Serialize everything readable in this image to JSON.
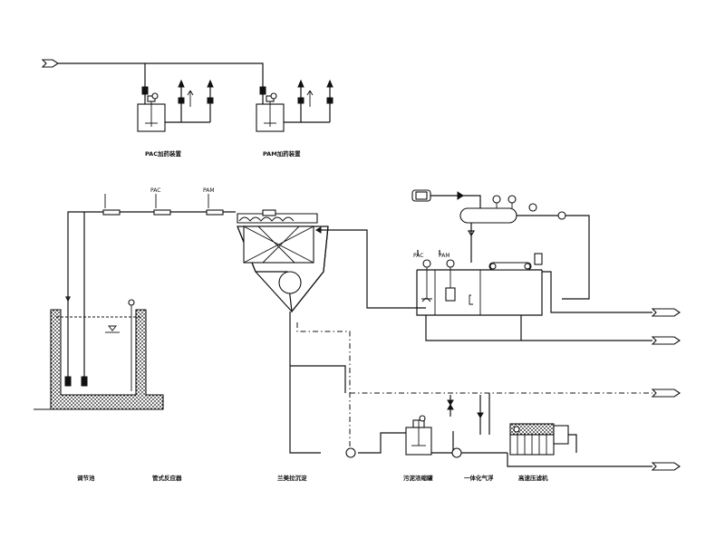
{
  "diagram": {
    "dosing_units": [
      {
        "name": "PAC加药装置"
      },
      {
        "name": "PAM加药装置"
      }
    ],
    "dosing_inlet_label": "",
    "reactor_feed_labels": [
      "",
      "PAC",
      "PAM"
    ],
    "flotation_labels": [
      "PAC",
      "PAM"
    ],
    "bottom_labels": [
      "调节池",
      "管式反应器",
      "兰美拉沉淀",
      "污泥浓缩罐",
      "一体化气浮",
      "高速压滤机"
    ],
    "outlet_labels": [
      "",
      "",
      "",
      ""
    ]
  }
}
